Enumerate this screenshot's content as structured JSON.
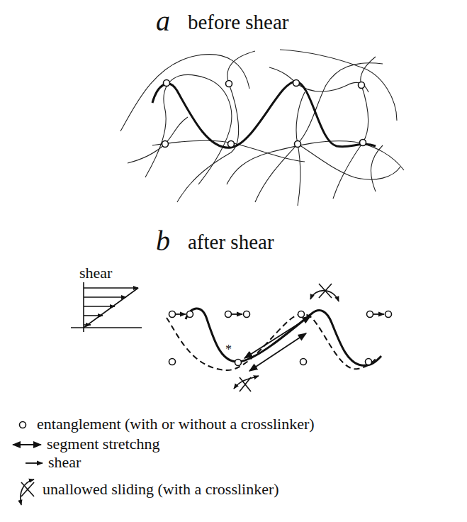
{
  "diagram": {
    "labels": [
      "a",
      "before shear",
      "b",
      "after shear",
      "shear",
      "*"
    ],
    "legend": [
      {
        "text": "entanglement (with or without a crosslinker)"
      },
      {
        "text": "segment stretchng"
      },
      {
        "text": "shear"
      },
      {
        "text": "unallowed sliding (with a crosslinker)"
      }
    ]
  }
}
